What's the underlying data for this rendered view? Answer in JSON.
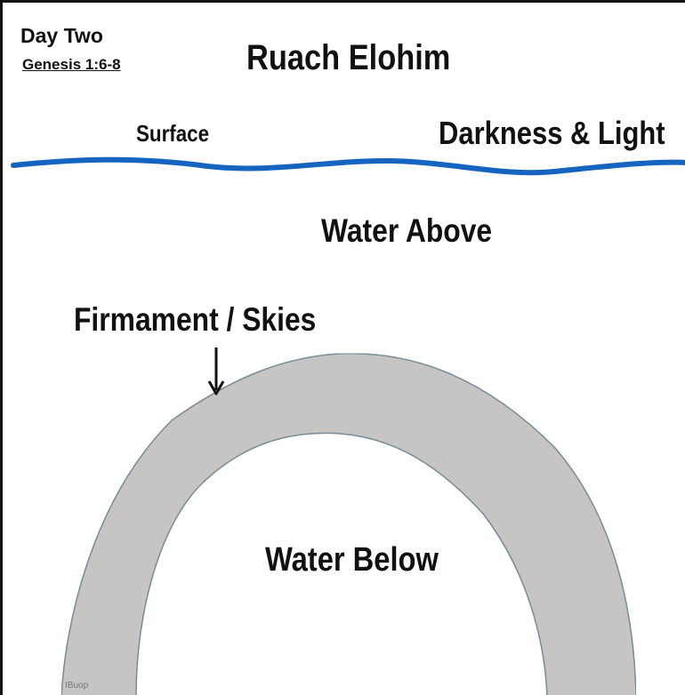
{
  "header": {
    "day": "Day Two",
    "reference": "Genesis 1:6-8",
    "title": "Ruach Elohim"
  },
  "labels": {
    "surface": "Surface",
    "darkness_light": "Darkness & Light",
    "water_above": "Water Above",
    "firmament": "Firmament / Skies",
    "water_below": "Water Below"
  },
  "signature": "IBuop",
  "colors": {
    "water_line": "#1565c0",
    "firmament_fill": "#c8c6c4",
    "firmament_edge": "#5d7f8f",
    "text": "#111111"
  }
}
